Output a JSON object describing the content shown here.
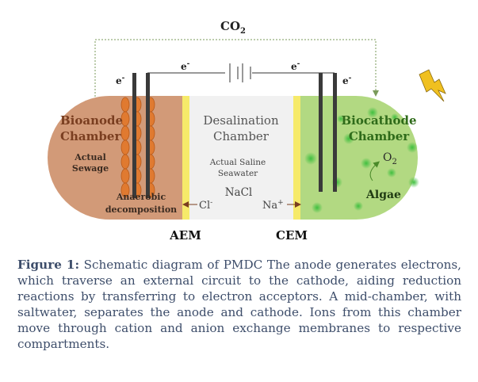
{
  "diagram": {
    "co2": "CO",
    "co2_sub": "2",
    "electron": "e",
    "electron_sup": "-",
    "bioanode": {
      "line1": "Bioanode",
      "line2": "Chamber",
      "sub1": "Actual",
      "sub2": "Sewage",
      "process1": "Anaerobic",
      "process2": "decomposition"
    },
    "desalination": {
      "line1": "Desalination",
      "line2": "Chamber",
      "sub1": "Actual Saline",
      "sub2": "Seawater",
      "salt": "NaCl",
      "anion": "Cl",
      "anion_sup": "-",
      "cation": "Na",
      "cation_sup": "+"
    },
    "biocathode": {
      "line1": "Biocathode",
      "line2": "Chamber",
      "o2": "O",
      "o2_sub": "2",
      "algae": "Algae"
    },
    "membrane_left": "AEM",
    "membrane_right": "CEM",
    "colors": {
      "anode": "#d29a78",
      "middle": "#f1f1f1",
      "cathode": "#b2d982",
      "membrane": "#f6ea6a",
      "label": "#7a3e20",
      "cathode_label": "#2f6b1a",
      "electrode": "#3a3a3a"
    }
  },
  "caption": {
    "label": "Figure 1:",
    "text": " Schematic diagram of PMDC The anode generates electrons, which traverse an external circuit to the cathode, aiding reduction reactions by transferring to electron acceptors. A mid-chamber, with saltwater, separates the anode and cathode. Ions from this chamber move through cation and anion exchange membranes to respective compartments."
  }
}
